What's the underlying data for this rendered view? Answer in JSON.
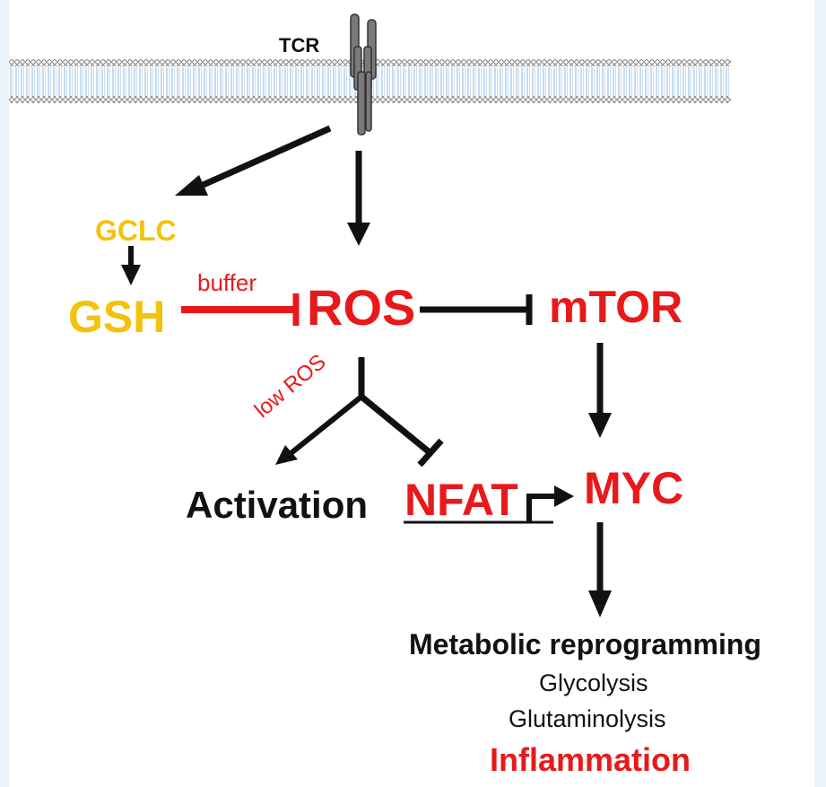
{
  "receptor": {
    "label": "TCR"
  },
  "nodes": {
    "gclc": "GCLC",
    "gsh": "GSH",
    "ros": "ROS",
    "mtor": "mTOR",
    "activation": "Activation",
    "nfat": "NFAT",
    "myc": "MYC"
  },
  "edge_labels": {
    "buffer": "buffer",
    "low_ros": "low ROS"
  },
  "outcome": {
    "title": "Metabolic reprogramming",
    "items": [
      "Glycolysis",
      "Glutaminolysis"
    ],
    "final": "Inflammation"
  },
  "colors": {
    "red": "#e8191a",
    "gold": "#f4c20d",
    "black": "#111111",
    "membrane_blue": "#9fc3e6"
  }
}
